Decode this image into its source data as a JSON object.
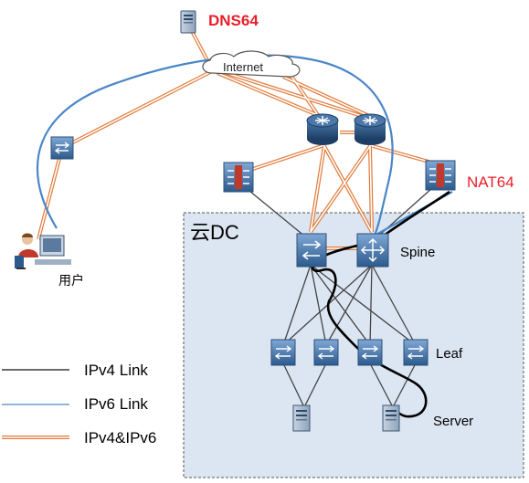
{
  "labels": {
    "dns64": "DNS64",
    "internet": "Internet",
    "nat64": "NAT64",
    "user": "用户",
    "cloud_dc": "云DC",
    "spine": "Spine",
    "leaf": "Leaf",
    "server": "Server"
  },
  "legend": [
    {
      "text": "IPv4 Link",
      "style": "ipv4"
    },
    {
      "text": "IPv6 Link",
      "style": "ipv6"
    },
    {
      "text": "IPv4&IPv6",
      "style": "dual"
    }
  ],
  "colors": {
    "ipv4": "#3a3a3a",
    "ipv6": "#4a86c8",
    "dual_outer": "#e07a3a",
    "dual_inner": "#ffffff",
    "accent_red": "#e8202a",
    "dc_fill": "#dce6f2",
    "dc_border": "#555555",
    "device_blue": "#2f5f8f",
    "device_light": "#5b8fc4"
  },
  "icons": [
    "server-icon",
    "cloud-icon",
    "router-icon",
    "firewall-icon",
    "switch-icon",
    "user-workstation-icon"
  ]
}
